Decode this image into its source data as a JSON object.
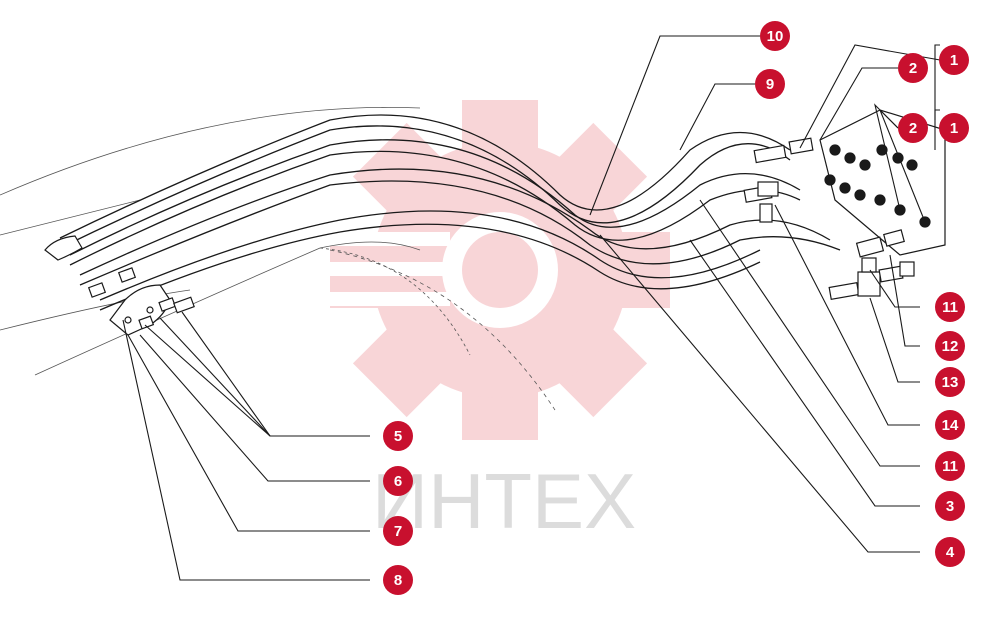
{
  "watermark": {
    "text": "ИНТЕХ",
    "gear_color": "#f3b3b8",
    "text_color": "#d6d6d6"
  },
  "colors": {
    "callout": "#c8102e",
    "callout_text": "#ffffff",
    "line": "#1a1a1a"
  },
  "callouts": [
    {
      "id": "c1a",
      "label": "1"
    },
    {
      "id": "c2a",
      "label": "2"
    },
    {
      "id": "c1b",
      "label": "1"
    },
    {
      "id": "c2b",
      "label": "2"
    },
    {
      "id": "c10",
      "label": "10"
    },
    {
      "id": "c9",
      "label": "9"
    },
    {
      "id": "c11a",
      "label": "11"
    },
    {
      "id": "c12",
      "label": "12"
    },
    {
      "id": "c13",
      "label": "13"
    },
    {
      "id": "c14",
      "label": "14"
    },
    {
      "id": "c11b",
      "label": "11"
    },
    {
      "id": "c3",
      "label": "3"
    },
    {
      "id": "c4",
      "label": "4"
    },
    {
      "id": "c5",
      "label": "5"
    },
    {
      "id": "c6",
      "label": "6"
    },
    {
      "id": "c7",
      "label": "7"
    },
    {
      "id": "c8",
      "label": "8"
    }
  ]
}
